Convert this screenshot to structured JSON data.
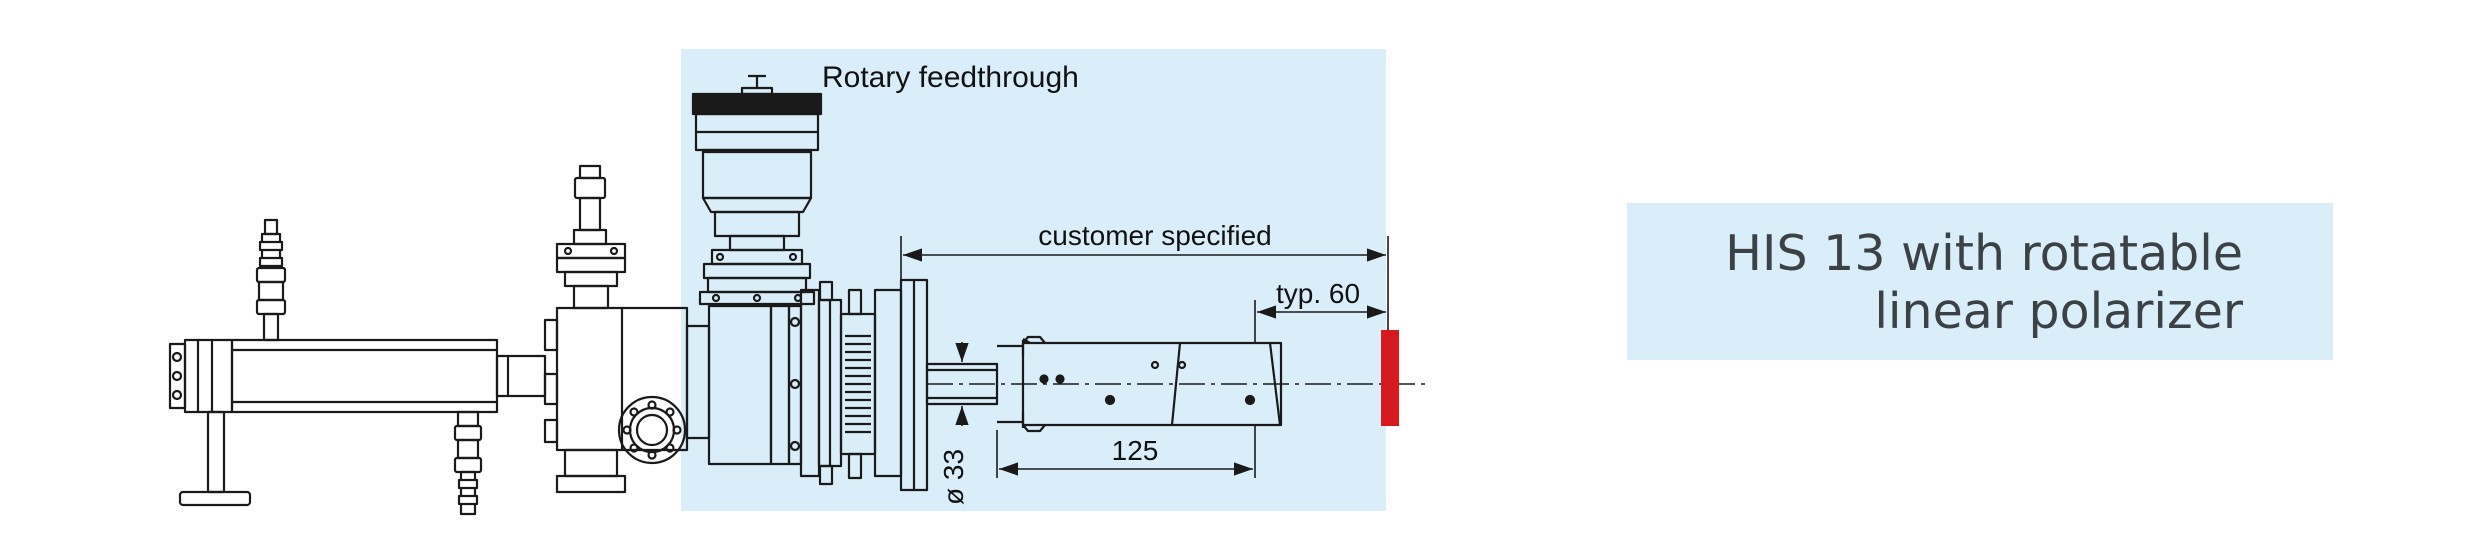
{
  "diagram": {
    "label_feedthrough": "Rotary feedthrough",
    "dim_customer": "customer specified",
    "dim_typ": "typ. 60",
    "dim_length": "125",
    "dim_diameter": "ø 33"
  },
  "title": {
    "line1": "HIS 13 with rotatable",
    "line2": "linear polarizer"
  },
  "colors": {
    "highlight": "#d9eef9",
    "polarizer": "#d71920",
    "line": "#1a1a1a"
  }
}
